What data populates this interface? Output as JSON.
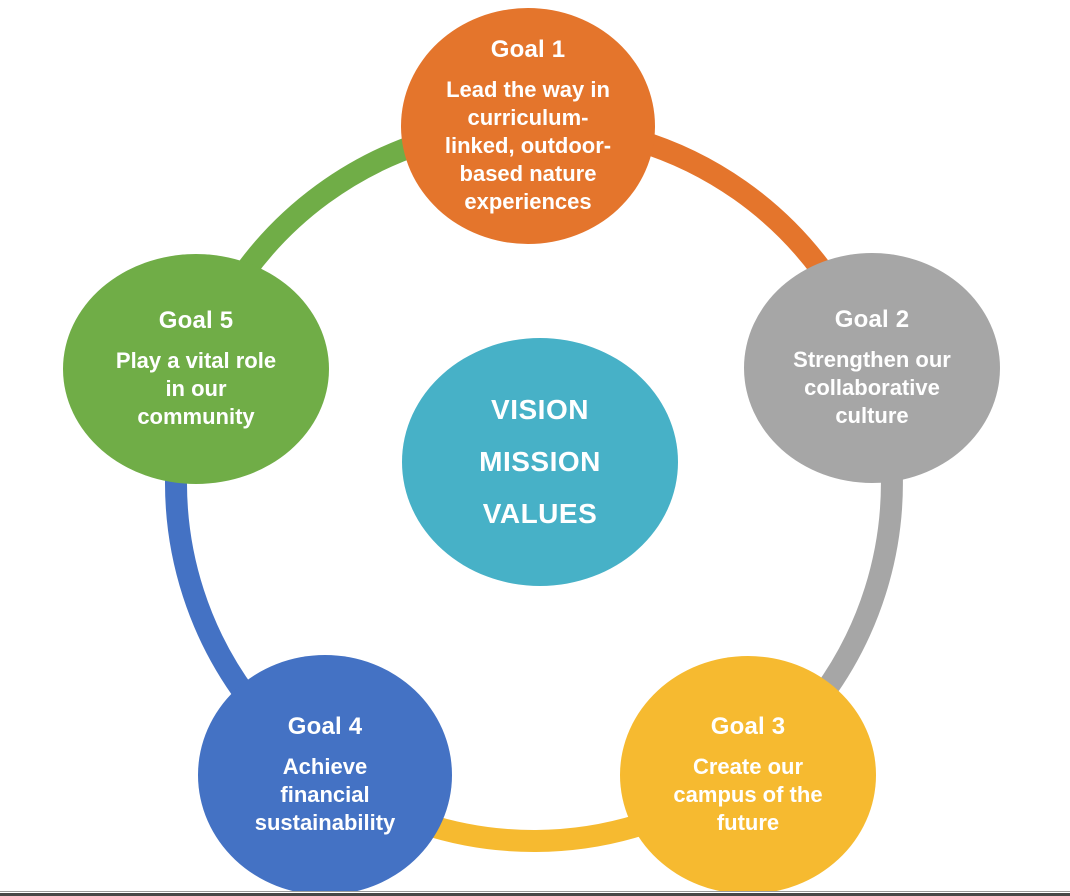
{
  "diagram": {
    "center": {
      "color": "#47b1c7",
      "lines": [
        "VISION",
        "MISSION",
        "VALUES"
      ]
    },
    "goals": [
      {
        "title": "Goal 1",
        "color": "#e4752c",
        "text": "Lead the way in curriculum-linked, outdoor-based nature experiences",
        "lines": [
          "Lead the way in",
          "curriculum-",
          "linked, outdoor-",
          "based nature",
          "experiences"
        ]
      },
      {
        "title": "Goal 2",
        "color": "#a6a6a6",
        "text": "Strengthen our collaborative culture",
        "lines": [
          "Strengthen our",
          "collaborative",
          "culture"
        ]
      },
      {
        "title": "Goal 3",
        "color": "#f6ba30",
        "text": "Create our campus of the future",
        "lines": [
          "Create our",
          "campus of the",
          "future"
        ]
      },
      {
        "title": "Goal 4",
        "color": "#4472c4",
        "text": "Achieve financial sustainability",
        "lines": [
          "Achieve",
          "financial",
          "sustainability"
        ]
      },
      {
        "title": "Goal 5",
        "color": "#70ad47",
        "text": "Play a vital role in our community",
        "lines": [
          "Play a vital role",
          "in our",
          "community"
        ]
      }
    ]
  }
}
